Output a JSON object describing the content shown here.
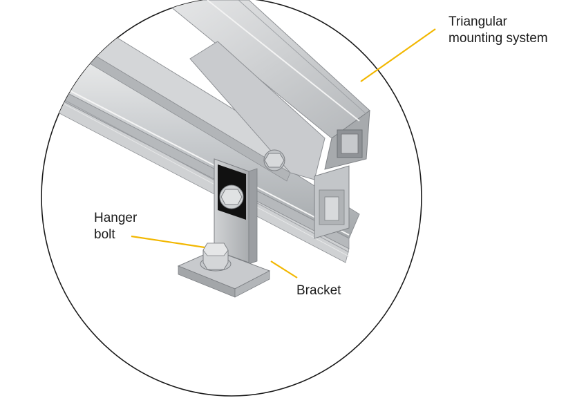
{
  "labels": {
    "triangular": {
      "line1": "Triangular",
      "line2": "mounting system"
    },
    "hanger": {
      "line1": "Hanger",
      "line2": "bolt"
    },
    "bracket": {
      "text": "Bracket"
    }
  },
  "colors": {
    "leader": "#f2b700",
    "circle": "#1a1a1a",
    "metal_light": "#d9dbdd",
    "metal_mid": "#bfc2c5",
    "metal_dark": "#9a9da1",
    "plate": "#111111"
  },
  "icons": {
    "bolt": "hex-bolt-icon",
    "washer": "washer-icon"
  }
}
